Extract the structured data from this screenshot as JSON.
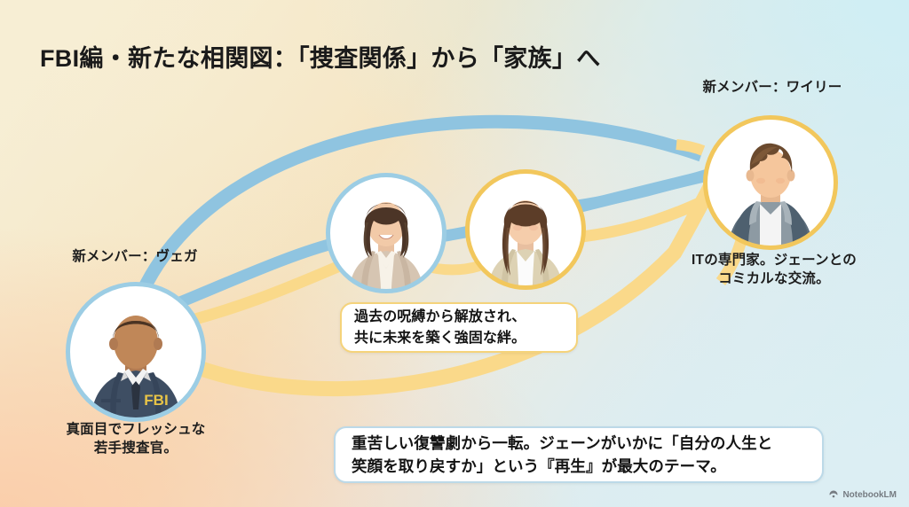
{
  "title": "FBI編・新たな相関図：「捜査関係」から「家族」へ",
  "background": {
    "top_left": "#f7efd8",
    "top_right": "#d3eef5",
    "bottom_left": "#fbcdaa",
    "bottom_right": "#dceef3"
  },
  "ribbon_colors": {
    "blue": "#8fc4e0",
    "yellow": "#fad98a"
  },
  "nodes": [
    {
      "id": "vega",
      "name": "vega-avatar",
      "title_label": "新メンバー：ヴェガ",
      "caption": "真面目でフレッシュな\n若手捜査官。",
      "ring_color": "#9ccde4",
      "badge": "FBI",
      "badge_color": "#e8c447"
    },
    {
      "id": "maura",
      "name": "maura-avatar",
      "title_label": "",
      "caption": "",
      "ring_color": "#9ccde4",
      "badge": "",
      "badge_color": ""
    },
    {
      "id": "jane",
      "name": "jane-avatar",
      "title_label": "",
      "caption": "",
      "ring_color": "#f2c75c",
      "badge": "",
      "badge_color": ""
    },
    {
      "id": "wylie",
      "name": "wylie-avatar",
      "title_label": "新メンバー：ワイリー",
      "caption": "ITの専門家。ジェーンとの\nコミカルな交流。",
      "ring_color": "#f2c75c",
      "badge": "",
      "badge_color": ""
    }
  ],
  "callouts": {
    "center": {
      "text": "過去の呪縛から解放され、\n共に未来を築く強固な絆。",
      "border_color": "#f5d37a"
    },
    "bottom": {
      "text": "重苦しい復讐劇から一転。ジェーンがいかに「自分の人生と\n笑顔を取り戻すか」という『再生』が最大のテーマ。",
      "border_color": "#bcd9e8"
    }
  },
  "watermark": {
    "label": "NotebookLM",
    "icon": "notebooklm-icon"
  }
}
